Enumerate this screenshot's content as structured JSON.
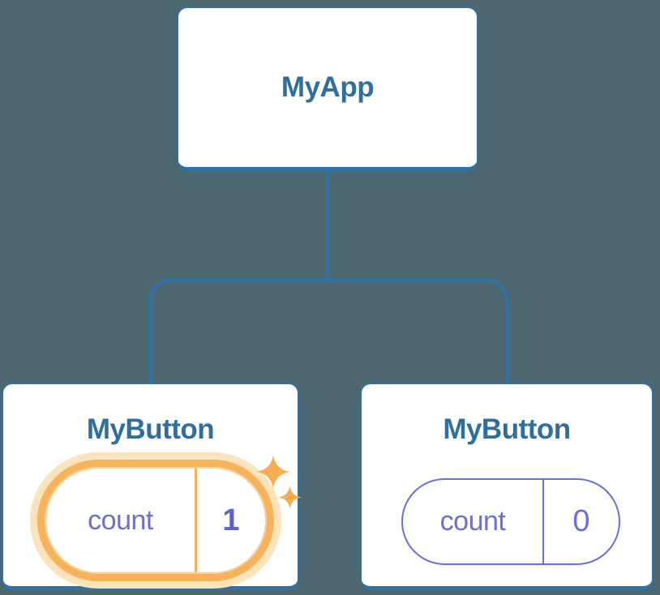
{
  "diagram": {
    "root": {
      "label": "MyApp"
    },
    "children": [
      {
        "label": "MyButton",
        "state": {
          "name": "count",
          "value": "1"
        },
        "highlighted": true
      },
      {
        "label": "MyButton",
        "state": {
          "name": "count",
          "value": "0"
        },
        "highlighted": false
      }
    ]
  },
  "icons": {
    "sparkle_large": "sparkle-4-point",
    "sparkle_small": "sparkle-4-point"
  },
  "colors": {
    "background": "#4d6770",
    "connector": "#2e72a8",
    "card_border": "#2e72a8",
    "card_title": "#2f6f9f",
    "state_text": "#6a6fd1",
    "state_value_highlighted": "#5b62d6",
    "state_pill_border": "#6b6fdb",
    "highlight_ring": "#f7b35c",
    "highlight_halo": "#fbe3bc",
    "sparkle": "#f6ad4f"
  }
}
